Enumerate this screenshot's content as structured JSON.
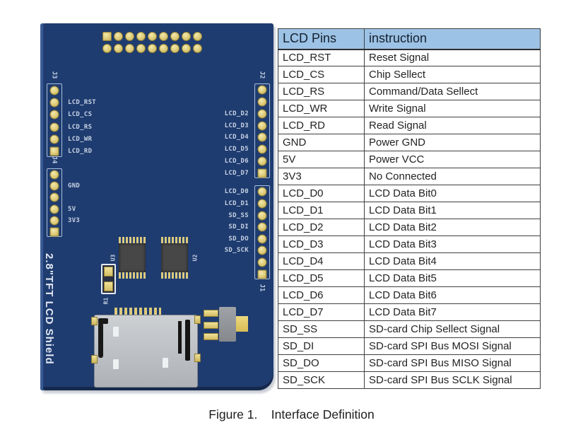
{
  "board": {
    "title_vertical": "2.8\"TFT LCD Shield",
    "connectors": {
      "j3": {
        "label": "J3",
        "pins": [
          "",
          "LCD_RST",
          "LCD_CS",
          "LCD_RS",
          "LCD_WR",
          "LCD_RD"
        ]
      },
      "j4": {
        "label": "J4",
        "pins": [
          "",
          "GND",
          "",
          "5V",
          "3V3",
          ""
        ]
      },
      "j2": {
        "label": "J2",
        "pins": [
          "",
          "",
          "LCD_D2",
          "LCD_D3",
          "LCD_D4",
          "LCD_D5",
          "LCD_D6",
          "LCD_D7"
        ]
      },
      "j1": {
        "label": "J1",
        "pins": [
          "LCD_D0",
          "LCD_D1",
          "SD_SS",
          "SD_DI",
          "SD_DO",
          "SD_SCK",
          "",
          ""
        ]
      }
    },
    "components": {
      "u3": "U3",
      "u2": "U2",
      "r1": "R1"
    },
    "colors": {
      "pcb": "#1f3c70",
      "pad": "#d9c672",
      "silkscreen": "#c6d1e3"
    }
  },
  "table": {
    "header_bg": "#9cc2e5",
    "headers": [
      "LCD Pins",
      "instruction"
    ],
    "rows": [
      {
        "pin": "LCD_RST",
        "desc": "Reset Signal"
      },
      {
        "pin": "LCD_CS",
        "desc": "Chip Sellect"
      },
      {
        "pin": "LCD_RS",
        "desc": "Command/Data Sellect"
      },
      {
        "pin": "LCD_WR",
        "desc": "Write Signal"
      },
      {
        "pin": "LCD_RD",
        "desc": "Read Signal"
      },
      {
        "pin": "GND",
        "desc": "Power GND"
      },
      {
        "pin": "5V",
        "desc": "Power VCC"
      },
      {
        "pin": "3V3",
        "desc": "No Connected"
      },
      {
        "pin": "LCD_D0",
        "desc": "LCD Data Bit0"
      },
      {
        "pin": "LCD_D1",
        "desc": "LCD Data Bit1"
      },
      {
        "pin": "LCD_D2",
        "desc": "LCD Data Bit2"
      },
      {
        "pin": "LCD_D3",
        "desc": "LCD Data Bit3"
      },
      {
        "pin": "LCD_D4",
        "desc": "LCD Data Bit4"
      },
      {
        "pin": "LCD_D5",
        "desc": "LCD Data Bit5"
      },
      {
        "pin": "LCD_D6",
        "desc": "LCD Data Bit6"
      },
      {
        "pin": "LCD_D7",
        "desc": "LCD Data Bit7"
      },
      {
        "pin": "SD_SS",
        "desc": "SD-card Chip Sellect Signal"
      },
      {
        "pin": "SD_DI",
        "desc": "SD-card SPI Bus MOSI Signal"
      },
      {
        "pin": "SD_DO",
        "desc": "SD-card SPI Bus MISO Signal"
      },
      {
        "pin": "SD_SCK",
        "desc": "SD-card SPI Bus SCLK Signal"
      }
    ]
  },
  "caption": "Figure 1.    Interface Definition"
}
